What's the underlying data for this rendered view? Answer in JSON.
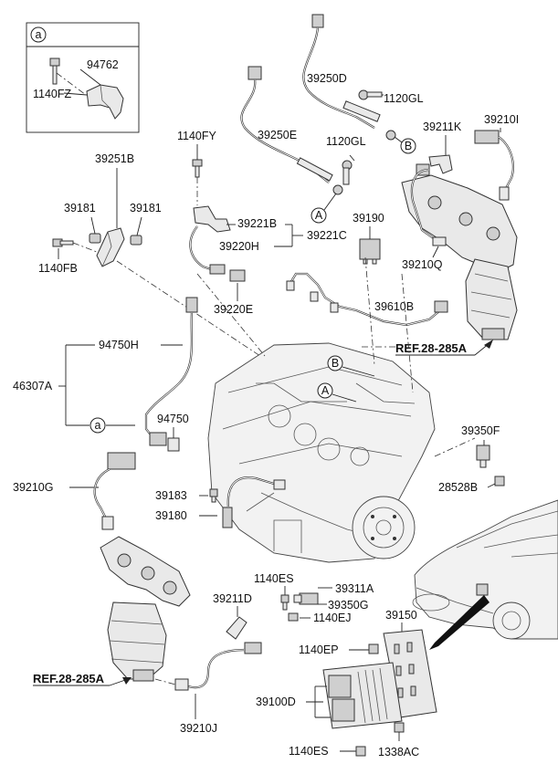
{
  "inset": {
    "tag": "a",
    "labels": [
      "94762",
      "1140FZ"
    ]
  },
  "labels": {
    "p39250D": "39250D",
    "p1120GL_a": "1120GL",
    "p39211K": "39211K",
    "p39210I": "39210I",
    "p39250E": "39250E",
    "p1120GL_b": "1120GL",
    "p1140FY": "1140FY",
    "p39251B": "39251B",
    "p39181_l": "39181",
    "p39181_r": "39181",
    "p1140FB": "1140FB",
    "p39221B": "39221B",
    "p39221C": "39221C",
    "p39220H": "39220H",
    "p39190": "39190",
    "p39210Q": "39210Q",
    "p39220E": "39220E",
    "p39610B": "39610B",
    "p94750H": "94750H",
    "p46307A": "46307A",
    "p94750": "94750",
    "p39350F": "39350F",
    "p28528B": "28528B",
    "p39210G": "39210G",
    "p39183": "39183",
    "p39180": "39180",
    "p1140ES_a": "1140ES",
    "p39311A": "39311A",
    "p39211D": "39211D",
    "p39350G": "39350G",
    "p1140EJ": "1140EJ",
    "p39150": "39150",
    "p1140EP": "1140EP",
    "p39100D": "39100D",
    "p39210J": "39210J",
    "p1140ES_b": "1140ES",
    "p1338AC": "1338AC"
  },
  "refs": {
    "upper": "REF.28-285A",
    "lower": "REF.28-285A"
  },
  "callouts": {
    "a1": "a",
    "b1": "B",
    "a2": "A",
    "b2": "B",
    "a3": "A",
    "a4": "a"
  }
}
